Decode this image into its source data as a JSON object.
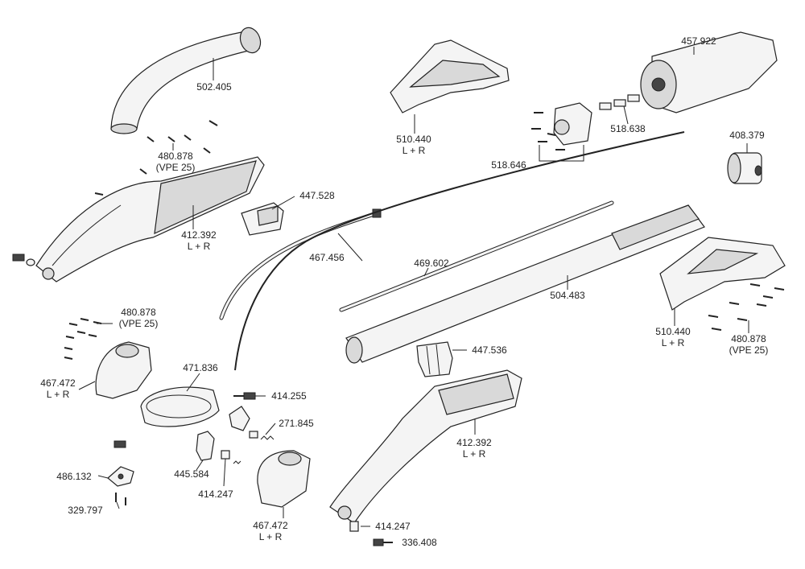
{
  "labels": [
    {
      "id": "l502405",
      "lines": [
        "502.405"
      ]
    },
    {
      "id": "l480878a",
      "lines": [
        "480.878",
        "(VPE 25)"
      ]
    },
    {
      "id": "l412392a",
      "lines": [
        "412.392",
        "L + R"
      ]
    },
    {
      "id": "l447528",
      "lines": [
        "447.528"
      ]
    },
    {
      "id": "l510440a",
      "lines": [
        "510.440",
        "L + R"
      ]
    },
    {
      "id": "l457922",
      "lines": [
        "457.922"
      ]
    },
    {
      "id": "l518638",
      "lines": [
        "518.638"
      ]
    },
    {
      "id": "l518646",
      "lines": [
        "518.646"
      ]
    },
    {
      "id": "l408379",
      "lines": [
        "408.379"
      ]
    },
    {
      "id": "l467456",
      "lines": [
        "467.456"
      ]
    },
    {
      "id": "l469602",
      "lines": [
        "469.602"
      ]
    },
    {
      "id": "l504483",
      "lines": [
        "504.483"
      ]
    },
    {
      "id": "l510440b",
      "lines": [
        "510.440",
        "L + R"
      ]
    },
    {
      "id": "l480878c",
      "lines": [
        "480.878",
        "(VPE 25)"
      ]
    },
    {
      "id": "l480878b",
      "lines": [
        "480.878",
        "(VPE 25)"
      ]
    },
    {
      "id": "l467472a",
      "lines": [
        "467.472",
        "L + R"
      ]
    },
    {
      "id": "l471836",
      "lines": [
        "471.836"
      ]
    },
    {
      "id": "l414255",
      "lines": [
        "414.255"
      ]
    },
    {
      "id": "l447536",
      "lines": [
        "447.536"
      ]
    },
    {
      "id": "l271845",
      "lines": [
        "271.845"
      ]
    },
    {
      "id": "l412392b",
      "lines": [
        "412.392",
        "L + R"
      ]
    },
    {
      "id": "l486132",
      "lines": [
        "486.132"
      ]
    },
    {
      "id": "l445584",
      "lines": [
        "445.584"
      ]
    },
    {
      "id": "l414247a",
      "lines": [
        "414.247"
      ]
    },
    {
      "id": "l329797",
      "lines": [
        "329.797"
      ]
    },
    {
      "id": "l467472b",
      "lines": [
        "467.472",
        "L + R"
      ]
    },
    {
      "id": "l414247b",
      "lines": [
        "414.247"
      ]
    },
    {
      "id": "l336408",
      "lines": [
        "336.408"
      ]
    }
  ]
}
